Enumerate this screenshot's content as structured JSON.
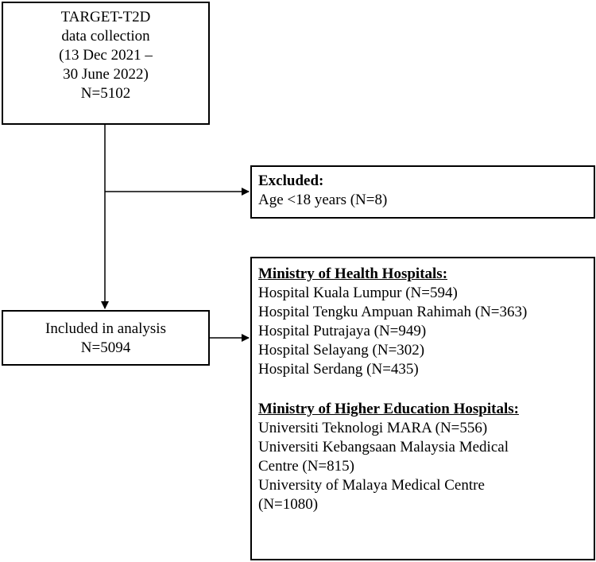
{
  "start_box": {
    "lines": [
      "TARGET-T2D",
      "data collection",
      "(13 Dec 2021 –",
      "30 June 2022)",
      "N=5102"
    ]
  },
  "excluded_box": {
    "heading": "Excluded:",
    "line": "Age <18 years (N=8)"
  },
  "included_box": {
    "lines": [
      "Included in analysis",
      "N=5094"
    ]
  },
  "hospitals_box": {
    "moh_heading": "Ministry of Health Hospitals:",
    "moh_items": [
      "Hospital Kuala Lumpur (N=594)",
      "Hospital Tengku Ampuan Rahimah (N=363)",
      "Hospital Putrajaya (N=949)",
      "Hospital Selayang (N=302)",
      "Hospital Serdang (N=435)"
    ],
    "mohe_heading": "Ministry of Higher Education Hospitals:",
    "mohe_items": [
      "Universiti Teknologi MARA (N=556)",
      "Universiti Kebangsaan Malaysia Medical",
      "Centre (N=815)",
      "University of Malaya Medical Centre",
      "(N=1080)"
    ]
  }
}
